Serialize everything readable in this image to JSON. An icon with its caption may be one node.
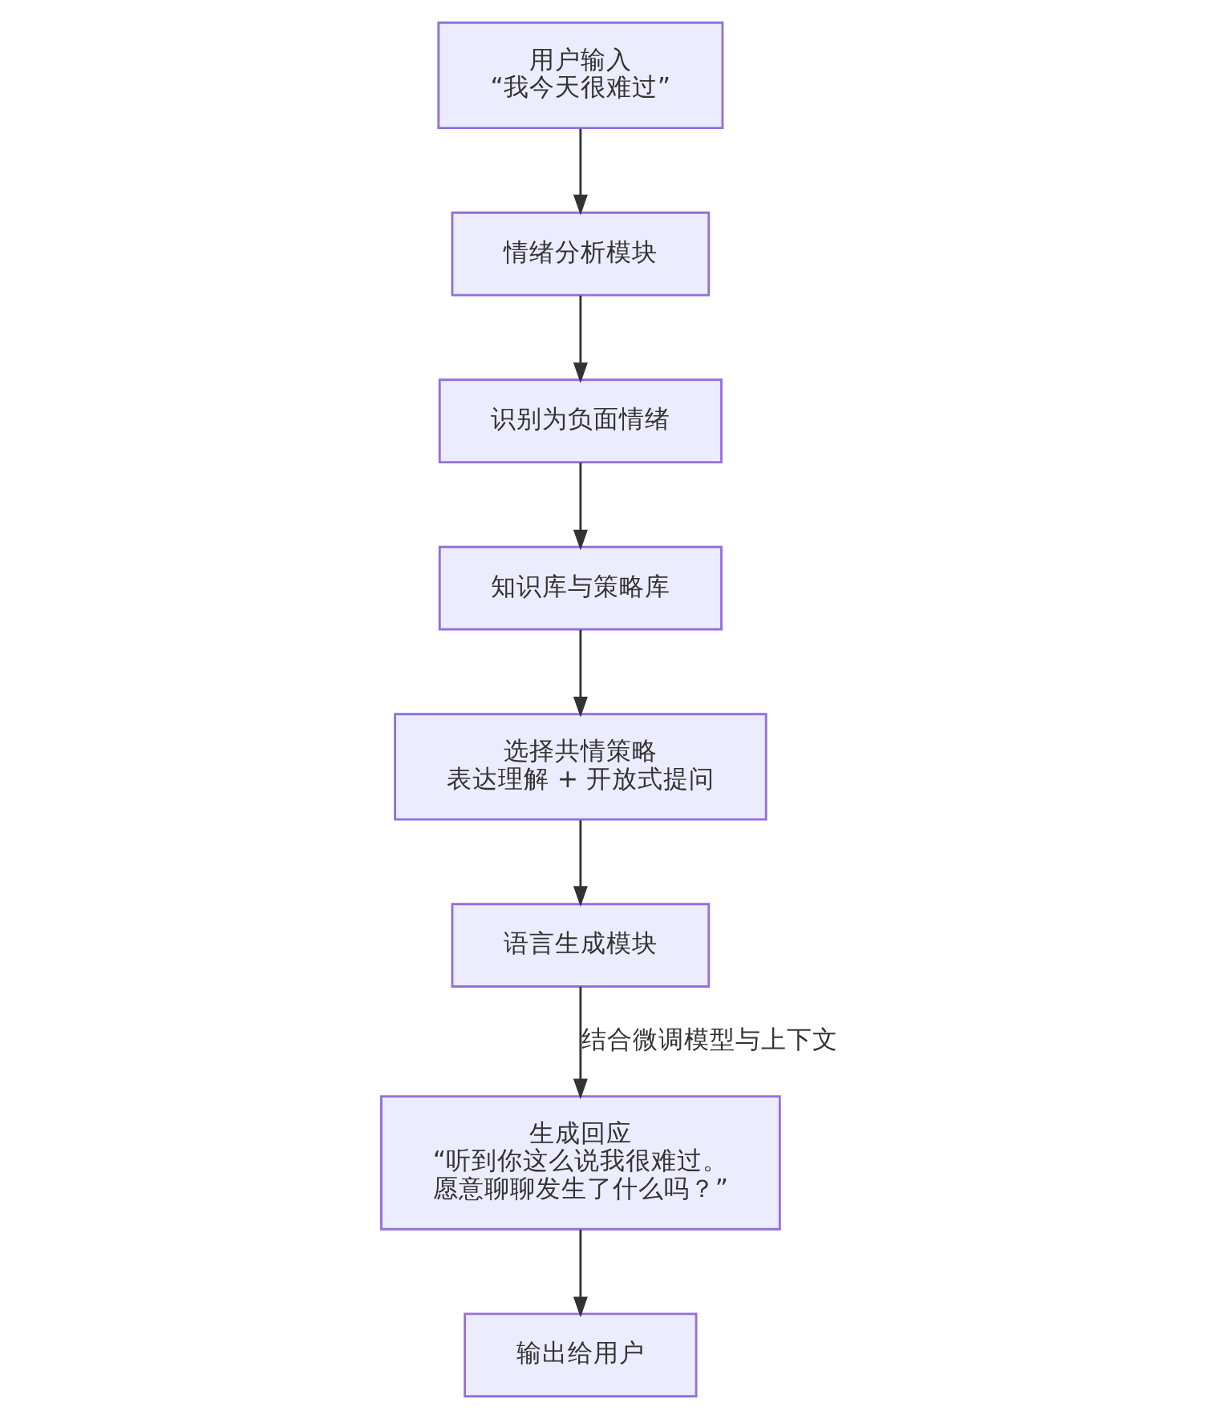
{
  "diagram": {
    "nodes": [
      {
        "text": [
          "用户输入",
          "“我今天很难过”"
        ]
      },
      {
        "text": [
          "情绪分析模块"
        ]
      },
      {
        "text": [
          "识别为负面情绪"
        ]
      },
      {
        "text": [
          "知识库与策略库"
        ]
      },
      {
        "text": [
          "选择共情策略",
          "表达理解 + 开放式提问"
        ]
      },
      {
        "text": [
          "语言生成模块"
        ]
      },
      {
        "text": [
          "生成回应",
          "“听到你这么说我很难过。愿意聊聊发生了什么吗？”"
        ]
      },
      {
        "text": [
          "输出给用户"
        ]
      }
    ],
    "edges": [
      {
        "from": 0,
        "to": 1,
        "arrow": "to"
      },
      {
        "from": 1,
        "to": 2,
        "arrow": "to"
      },
      {
        "from": 2,
        "to": 3,
        "arrow": "to"
      },
      {
        "from": 3,
        "to": 4,
        "arrow": "to"
      },
      {
        "from": 4,
        "to": 5,
        "arrow": "to"
      },
      {
        "from": 5,
        "to": 6,
        "label": "结合微调模型与上下文",
        "arrow": "to"
      },
      {
        "from": 6,
        "to": 7,
        "arrow": "to"
      }
    ]
  }
}
